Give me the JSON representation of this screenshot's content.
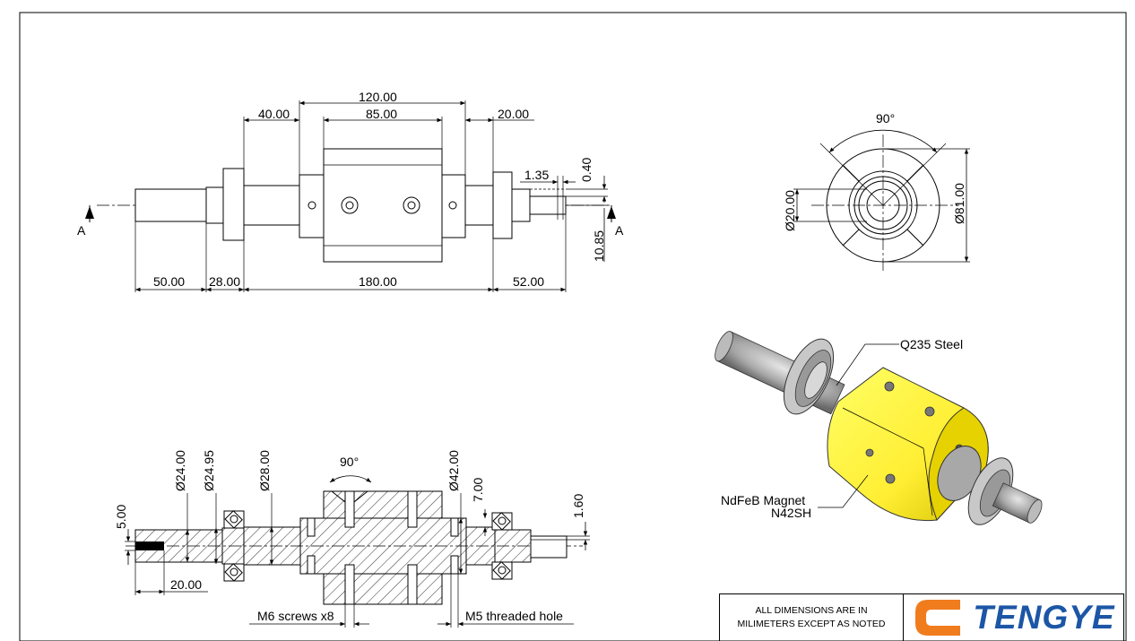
{
  "side_view": {
    "dims": {
      "d120": "120.00",
      "d85": "85.00",
      "d40": "40.00",
      "d20": "20.00",
      "d135": "1.35",
      "d040": "0.40",
      "d1085": "10.85",
      "d50": "50.00",
      "d28": "28.00",
      "d180": "180.00",
      "d52": "52.00"
    },
    "section_label_left": "A",
    "section_label_right": "A"
  },
  "end_view": {
    "angle": "90°",
    "bore": "Ø20.00",
    "outer": "Ø81.00"
  },
  "section_view": {
    "dims": {
      "dia24": "Ø24.00",
      "dia2495": "Ø24.95",
      "dia28": "Ø28.00",
      "dia42": "Ø42.00",
      "d700": "7.00",
      "d160": "1.60",
      "d500": "5.00",
      "d2000": "20.00",
      "angle": "90°"
    },
    "callout_screws": "M6 screws x8",
    "callout_hole": "M5 threaded hole"
  },
  "iso_view": {
    "label_steel": "Q235 Steel",
    "label_magnet_line1": "NdFeB Magnet",
    "label_magnet_line2": "N42SH",
    "colors": {
      "magnet": "#ffee33",
      "shaft": "#a8a8a8",
      "bearing": "#c8c8c8"
    }
  },
  "title_block": {
    "note_line1": "ALL DIMENSIONS ARE IN",
    "note_line2": "MILIMETERS EXCEPT AS NOTED",
    "brand": "TENGYE",
    "colors": {
      "logo_orange": "#f07c1e",
      "brand_blue": "#1c56a6"
    }
  }
}
